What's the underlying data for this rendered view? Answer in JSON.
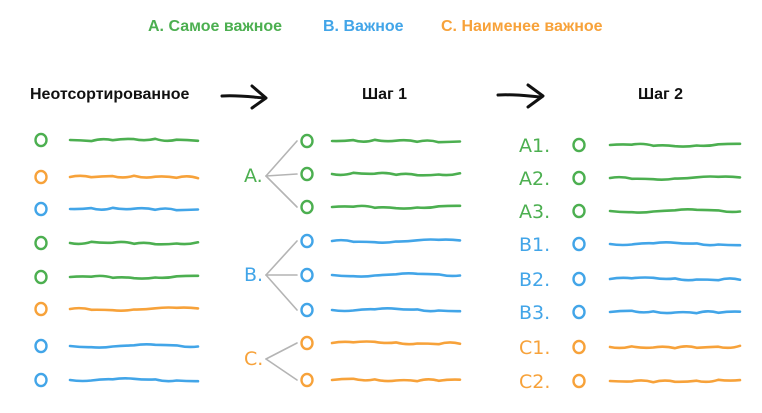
{
  "legend": {
    "a": {
      "text": "A. Самое важное",
      "color": "#4caf50"
    },
    "b": {
      "text": "B. Важное",
      "color": "#42a5e8"
    },
    "c": {
      "text": "C. Наименее важное",
      "color": "#f7a23a"
    }
  },
  "columns": {
    "unsorted": "Неотсортированное",
    "step1": "Шаг 1",
    "step2": "Шаг 2"
  },
  "unsorted_items": [
    "A",
    "C",
    "B",
    "A",
    "A",
    "C",
    "B",
    "B"
  ],
  "step1_groups": [
    "A.",
    "B.",
    "C."
  ],
  "step2_labels": [
    "A1.",
    "A2.",
    "A3.",
    "B1.",
    "B2.",
    "B3.",
    "C1.",
    "C2."
  ],
  "step2_items": [
    "A",
    "A",
    "A",
    "B",
    "B",
    "B",
    "C",
    "C"
  ]
}
